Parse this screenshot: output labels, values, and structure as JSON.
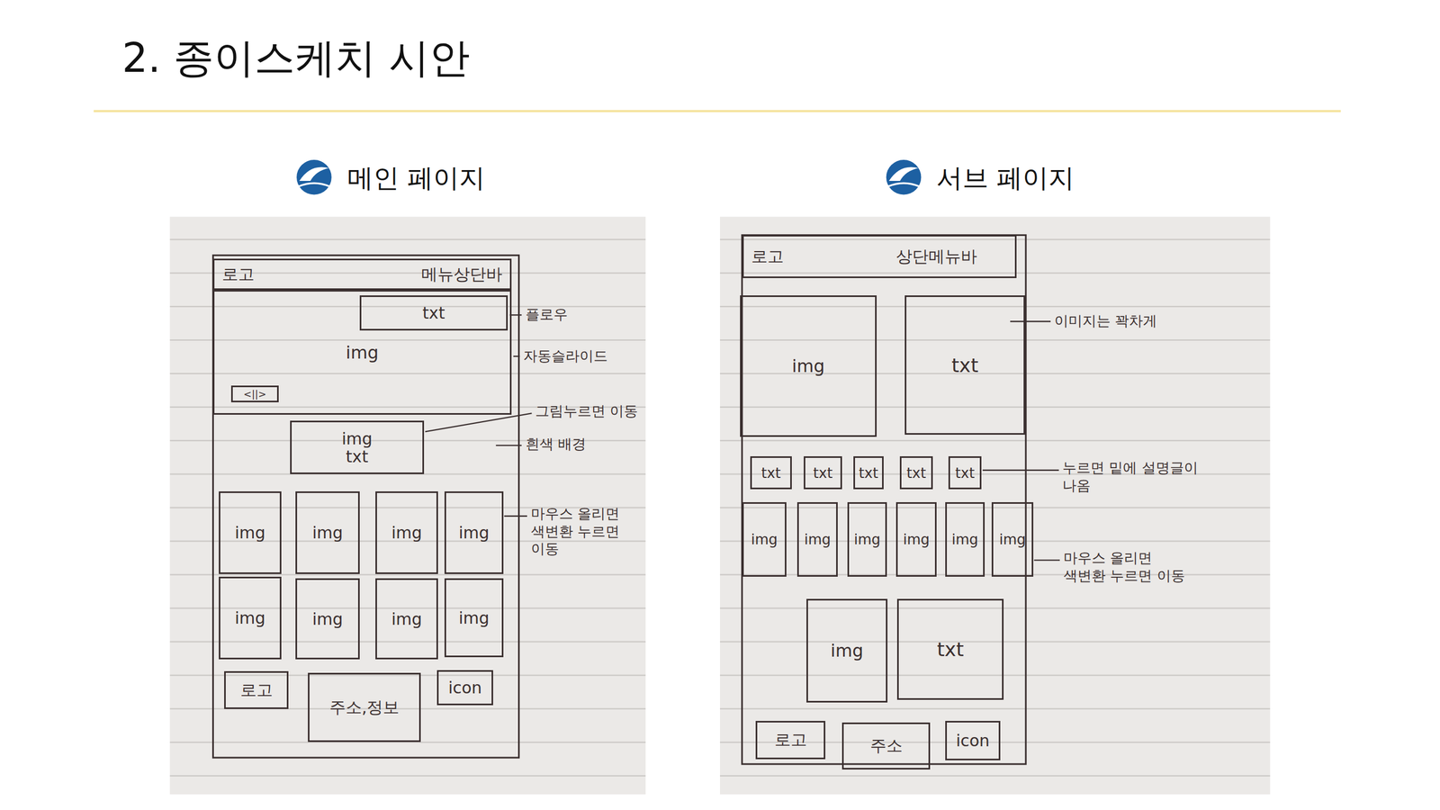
{
  "diagram": {
    "title": "2. 종이스케치 시안",
    "nodes": [
      {
        "text": [
          "로고",
          "메뉴상단바"
        ]
      },
      {
        "text": [
          "img"
        ]
      },
      {
        "text": [
          "txt"
        ],
        "in": 1
      },
      {
        "text": [
          "<||>"
        ],
        "in": 1
      },
      {
        "text": [
          "img",
          "txt"
        ]
      },
      {
        "text": [
          "img"
        ]
      },
      {
        "text": [
          "img"
        ]
      },
      {
        "text": [
          "img"
        ]
      },
      {
        "text": [
          "img"
        ]
      },
      {
        "text": [
          "img"
        ]
      },
      {
        "text": [
          "img"
        ]
      },
      {
        "text": [
          "img"
        ]
      },
      {
        "text": [
          "img"
        ]
      },
      {
        "text": [
          "로고"
        ]
      },
      {
        "text": [
          "주소,정보"
        ]
      },
      {
        "text": [
          "icon"
        ]
      },
      {
        "text": [
          "로고",
          "상단메뉴바"
        ]
      },
      {
        "text": [
          "img"
        ]
      },
      {
        "text": [
          "txt"
        ]
      },
      {
        "text": [
          "txt"
        ]
      },
      {
        "text": [
          "txt"
        ]
      },
      {
        "text": [
          "txt"
        ]
      },
      {
        "text": [
          "txt"
        ]
      },
      {
        "text": [
          "txt"
        ]
      },
      {
        "text": [
          "img"
        ]
      },
      {
        "text": [
          "img"
        ]
      },
      {
        "text": [
          "img"
        ]
      },
      {
        "text": [
          "img"
        ]
      },
      {
        "text": [
          "img"
        ]
      },
      {
        "text": [
          "img"
        ]
      },
      {
        "text": [
          "img"
        ]
      },
      {
        "text": [
          "txt"
        ]
      },
      {
        "text": [
          "로고"
        ]
      },
      {
        "text": [
          "주소"
        ]
      },
      {
        "text": [
          "icon"
        ]
      }
    ],
    "labels": [
      "메인 페이지",
      "서브 페이지",
      "플로우",
      "자동슬라이드",
      "그림누르면 이동",
      "흰색 배경",
      "마우스 올리면 색변환 누르면 이동",
      "이미지는 꽉차게",
      "누르면 밑에 설명글이 나옴",
      "마우스 올리면 색변환 누르면 이동"
    ]
  }
}
